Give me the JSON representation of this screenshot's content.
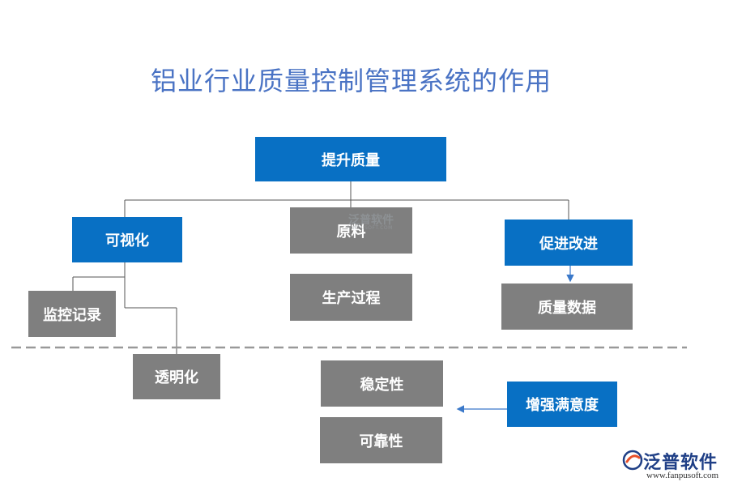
{
  "title": "铝业行业质量控制管理系统的作用",
  "nodes": {
    "root": "提升质量",
    "visual": "可视化",
    "raw": "原料",
    "promote": "促进改进",
    "monitor": "监控记录",
    "process": "生产过程",
    "quality_data": "质量数据",
    "transparent": "透明化",
    "stable": "稳定性",
    "reliable": "可靠性",
    "satisfaction": "增强满意度"
  },
  "colors": {
    "title": "#4a73c4",
    "blue_box": "#0870c4",
    "gray_box": "#7f7f7f",
    "dashed_line": "#999999",
    "arrow": "#3a78c9"
  },
  "watermark": {
    "text": "泛普软件",
    "sub": "FANPUSOFT.COM"
  },
  "brand": {
    "name": "泛普软件",
    "url": "www.fanpusoft.com",
    "icon": "fanpu-logo-icon"
  }
}
